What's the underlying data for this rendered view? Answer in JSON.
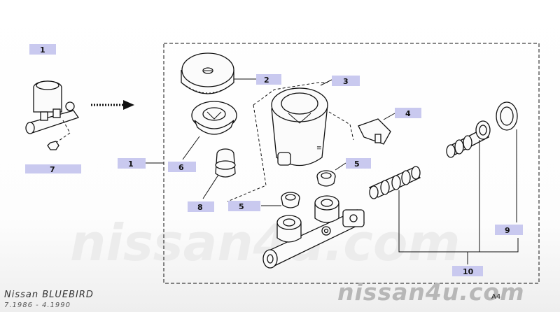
{
  "diagram": {
    "vehicle": "Nissan BLUEBIRD",
    "production_range": "7.1986 - 4.1990",
    "page_code": "A4",
    "watermark_center": "nissan4u.com",
    "watermark_footer": "nissan4u.com",
    "callouts": {
      "overview_1": "1",
      "overview_7": "7",
      "group_1": "1",
      "cap_2": "2",
      "reservoir_3": "3",
      "sensor_4": "4",
      "seal_5a": "5",
      "seal_5b": "5",
      "strainer_6": "6",
      "connector_8": "8",
      "cup_9": "9",
      "piston_kit_10": "10"
    }
  }
}
